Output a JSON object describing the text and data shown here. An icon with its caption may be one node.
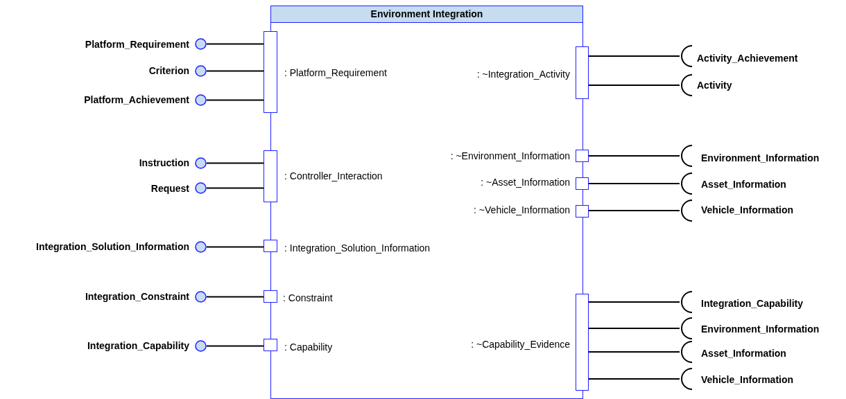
{
  "diagram": {
    "nodes": [
      {
        "text": [
          "Environment Integration"
        ]
      },
      {
        "text": [],
        "shape": "box"
      },
      {
        "text": [],
        "shape": "box"
      },
      {
        "text": [],
        "shape": "box"
      },
      {
        "text": [],
        "shape": "box"
      },
      {
        "text": [],
        "shape": "box"
      },
      {
        "text": [],
        "shape": "circle",
        "beside": [
          "Platform_Requirement"
        ]
      },
      {
        "text": [],
        "shape": "circle",
        "beside": [
          "Criterion"
        ]
      },
      {
        "text": [],
        "shape": "circle",
        "beside": [
          "Platform_Achievement"
        ]
      },
      {
        "text": [],
        "shape": "circle",
        "beside": [
          "Instruction"
        ]
      },
      {
        "text": [],
        "shape": "circle",
        "beside": [
          "Request"
        ]
      },
      {
        "text": [],
        "shape": "circle",
        "beside": [
          "Integration_Solution_Information"
        ]
      },
      {
        "text": [],
        "shape": "circle",
        "beside": [
          "Integration_Constraint"
        ]
      },
      {
        "text": [],
        "shape": "circle",
        "beside": [
          "Integration_Capability"
        ]
      },
      {
        "text": [],
        "shape": "box"
      },
      {
        "text": [],
        "shape": "box"
      },
      {
        "text": [],
        "shape": "box"
      },
      {
        "text": [],
        "shape": "box"
      },
      {
        "text": [],
        "shape": "box"
      },
      {
        "text": [],
        "shape": "semicircle",
        "beside": [
          "Activity_Achievement"
        ]
      },
      {
        "text": [],
        "shape": "semicircle",
        "beside": [
          "Activity"
        ]
      },
      {
        "text": [],
        "shape": "semicircle",
        "beside": [
          "Environment_Information"
        ]
      },
      {
        "text": [],
        "shape": "semicircle",
        "beside": [
          "Asset_Information"
        ]
      },
      {
        "text": [],
        "shape": "semicircle",
        "beside": [
          "Vehicle_Information"
        ]
      },
      {
        "text": [],
        "shape": "semicircle",
        "beside": [
          "Integration_Capability"
        ]
      },
      {
        "text": [],
        "shape": "semicircle",
        "beside": [
          "Environment_Information"
        ]
      },
      {
        "text": [],
        "shape": "semicircle",
        "beside": [
          "Asset_Information"
        ]
      },
      {
        "text": [],
        "shape": "semicircle",
        "beside": [
          "Vehicle_Information"
        ]
      }
    ],
    "edges": [
      {
        "from": 1,
        "to": 6,
        "arrow": "none"
      },
      {
        "from": 1,
        "to": 7,
        "arrow": "none"
      },
      {
        "from": 1,
        "to": 8,
        "arrow": "none"
      },
      {
        "from": 2,
        "to": 9,
        "arrow": "none"
      },
      {
        "from": 2,
        "to": 10,
        "arrow": "none"
      },
      {
        "from": 3,
        "to": 11,
        "arrow": "none"
      },
      {
        "from": 4,
        "to": 12,
        "arrow": "none"
      },
      {
        "from": 5,
        "to": 13,
        "arrow": "none"
      },
      {
        "from": 14,
        "to": 19,
        "arrow": "none"
      },
      {
        "from": 14,
        "to": 20,
        "arrow": "none"
      },
      {
        "from": 15,
        "to": 21,
        "arrow": "none"
      },
      {
        "from": 16,
        "to": 22,
        "arrow": "none"
      },
      {
        "from": 17,
        "to": 23,
        "arrow": "none"
      },
      {
        "from": 18,
        "to": 24,
        "arrow": "none"
      },
      {
        "from": 18,
        "to": 25,
        "arrow": "none"
      },
      {
        "from": 18,
        "to": 26,
        "arrow": "none"
      },
      {
        "from": 18,
        "to": 27,
        "arrow": "none"
      }
    ],
    "labels": [
      ": Platform_Requirement",
      ": ~Integration_Activity",
      ": ~Environment_Information",
      ": Controller_Interaction",
      ": ~Asset_Information",
      ": ~Vehicle_Information",
      ": Integration_Solution_Information",
      ": Constraint",
      ": ~Capability_Evidence",
      ": Capability"
    ]
  }
}
